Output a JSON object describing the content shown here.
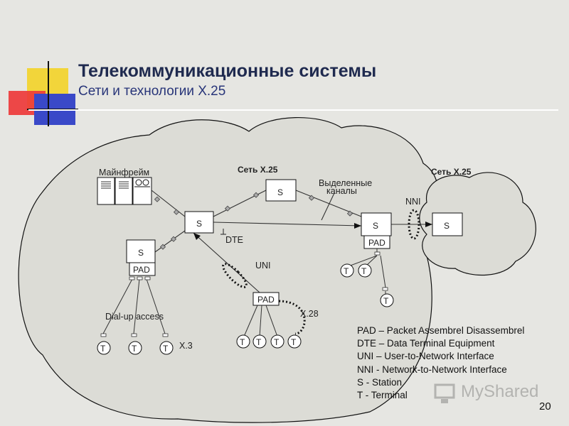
{
  "slide": {
    "title": "Телекоммуникационные системы",
    "subtitle": "Сети и технологии X.25",
    "page_number": "20"
  },
  "diagram": {
    "mainframe_label": "Майнфрейм",
    "network_main_label": "Сеть X.25",
    "network_right_label": "Сеть X.25",
    "leased_lines_label_1": "Выделенные",
    "leased_lines_label_2": "каналы",
    "nni_label": "NNI",
    "dte_label": "DTE",
    "uni_label": "UNI",
    "x28_label": "X.28",
    "x3_label": "X.3",
    "dialup_label": "Dial-up access",
    "station": "S",
    "terminal": "T",
    "pad": "PAD"
  },
  "legend": [
    "PAD – Packet Assembrel Disassembrel",
    "DTE – Data Terminal Equipment",
    "UNI – User-to-Network Interface",
    "NNI - Network-to-Network Interface",
    "S - Station",
    "T - Terminal"
  ],
  "watermark": {
    "text": "MyShared"
  },
  "colors": {
    "accent_yellow": "#f2d53a",
    "accent_red": "#ee3a3a",
    "accent_blue": "#3a49c8",
    "title": "#1f2a4f"
  }
}
